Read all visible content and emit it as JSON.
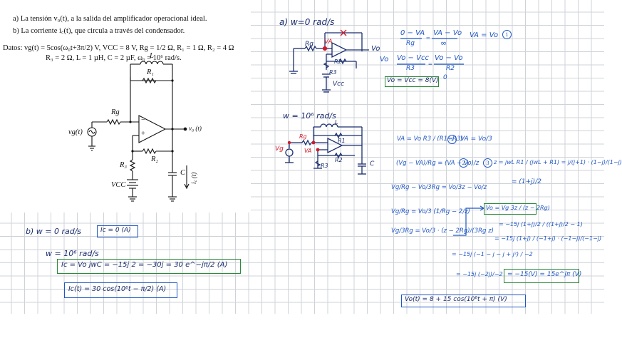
{
  "problem": {
    "item_a": "a)  La tensión v₀(t), a la salida del amplificador operacional ideal.",
    "item_b": "b)  La corriente i꜀(t), que circula a través del condensador.",
    "datos_line1": "Datos: vg(t) = 5cos(ω₀t+3π/2) V,  VCC = 8 V,  Rg = 1/2  Ω,  R₁ = 1 Ω, R₂ = 4 Ω",
    "datos_line2": "R₃ = 2 Ω, L = 1 µH,  C = 2 µF, ω₀ = 10⁶ rad/s."
  },
  "circuit_labels": {
    "L": "L",
    "R1": "R₁",
    "Rg": "Rg",
    "vg": "vg(t)",
    "vo": "v₀ (t)",
    "R2": "R₂",
    "R3": "R₃",
    "Vcc": "VCC",
    "C": "C",
    "ic": "i꜀ (t)",
    "minus": "−",
    "plus": "+"
  },
  "notes_a": {
    "header": "a)  w=0  rad/s",
    "eq1_num_left": "0 − VA",
    "eq1_den_left": "Rg",
    "eq1_num_right": "VA − Vo",
    "eq1_den_right": "∞",
    "eq1_tail": "VA = Vo",
    "circle1": "1",
    "vo_label": "Vo",
    "eq2_num_left": "Vo − Vcc",
    "eq2_den_left": "R3",
    "eq2_num_right": "Vo − Vo",
    "eq2_den_right": "R2",
    "eq2_zero": "0",
    "result": "Vo = Vcc = 8(V)",
    "sch_rg": "Rg",
    "sch_va": "VA",
    "sch_r3": "R3",
    "sch_r1": "R1",
    "sch_vcc": "Vcc",
    "sch_vo": "Vo",
    "sch_r2": "R2"
  },
  "notes_w6": {
    "header": "w = 10⁶ rad/s",
    "sch_L": "L",
    "sch_rg": "Rg",
    "sch_vg": "Vg",
    "sch_va": "VA",
    "sch_r1": "R1",
    "sch_r2": "R2",
    "sch_r3": "R3",
    "sch_c": "C",
    "va_eq": "VA =  Vo R3 / (R1+R3)",
    "circle1": "1",
    "va_eq2": "VA = Vo/3",
    "circle3": "3",
    "z_eq": "z = jwL R1 / (jwL + R1) = j/(j+1) · (1−j)/(1−j)",
    "z_eq2": "= (1+j)/2",
    "eq2_left": "(Vg − VA)/Rg = (VA − Vo)/z",
    "circle2": "2",
    "eq3": "Vg/Rg − Vo/3Rg = Vo/3z − Vo/z",
    "eq4": "Vg/Rg = Vo/3 (1/Rg − 2/z)",
    "eq5": "Vg/3Rg = Vo/3 · (z − 2Rg)/(3Rg z)",
    "vo_eq": "Vo = Vg 3z / (z − 2Rg)",
    "vo_step1": "= −15j (1+j)/2 / ((1+j)/2 − 1)",
    "vo_step2": "= −15j (1+j) / (−1+j) · (−1−j)/(−1−j)",
    "vo_step3": "= −15j (−1 − j − j + j²) / −2",
    "vo_step4": "= −15j (−2j)/−2",
    "vo_result": "= −15(V) = 15e^jπ (V)",
    "vo_time": "Vo(t) = 8 + 15 cos(10⁶t + π) (V)"
  },
  "notes_b": {
    "header": "b)   w = 0  rad/s",
    "ic0": "Ic = 0 (A)",
    "w6": "w = 10⁶ rad/s",
    "ic_phasor": "Ic = Vo jwC = −15j 2 = −30j = 30 e^−jπ/2 (A)",
    "ic_time": "Ic(t) = 30 cos(10⁶t − π/2) (A)"
  },
  "colors": {
    "grid": "#cfd3d8",
    "ink_navy": "#1a2d6e",
    "ink_blue": "#1f56c4",
    "ink_green": "#2c8a3b",
    "ink_red": "#d11a2a"
  }
}
